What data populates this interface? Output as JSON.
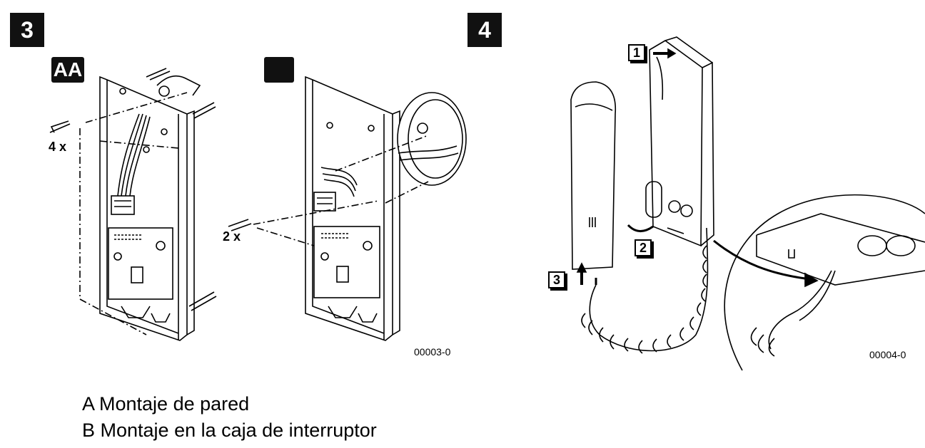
{
  "step3": {
    "number": "3",
    "badge_a": "AA",
    "qty_a": "4 x",
    "qty_b": "2 x",
    "figure_code": "00003-0"
  },
  "step4": {
    "number": "4",
    "callouts": [
      "1",
      "2",
      "3"
    ],
    "figure_code": "00004-0"
  },
  "legend": {
    "a": "A Montaje de pared",
    "b": "B Montaje en la caja de interruptor"
  }
}
